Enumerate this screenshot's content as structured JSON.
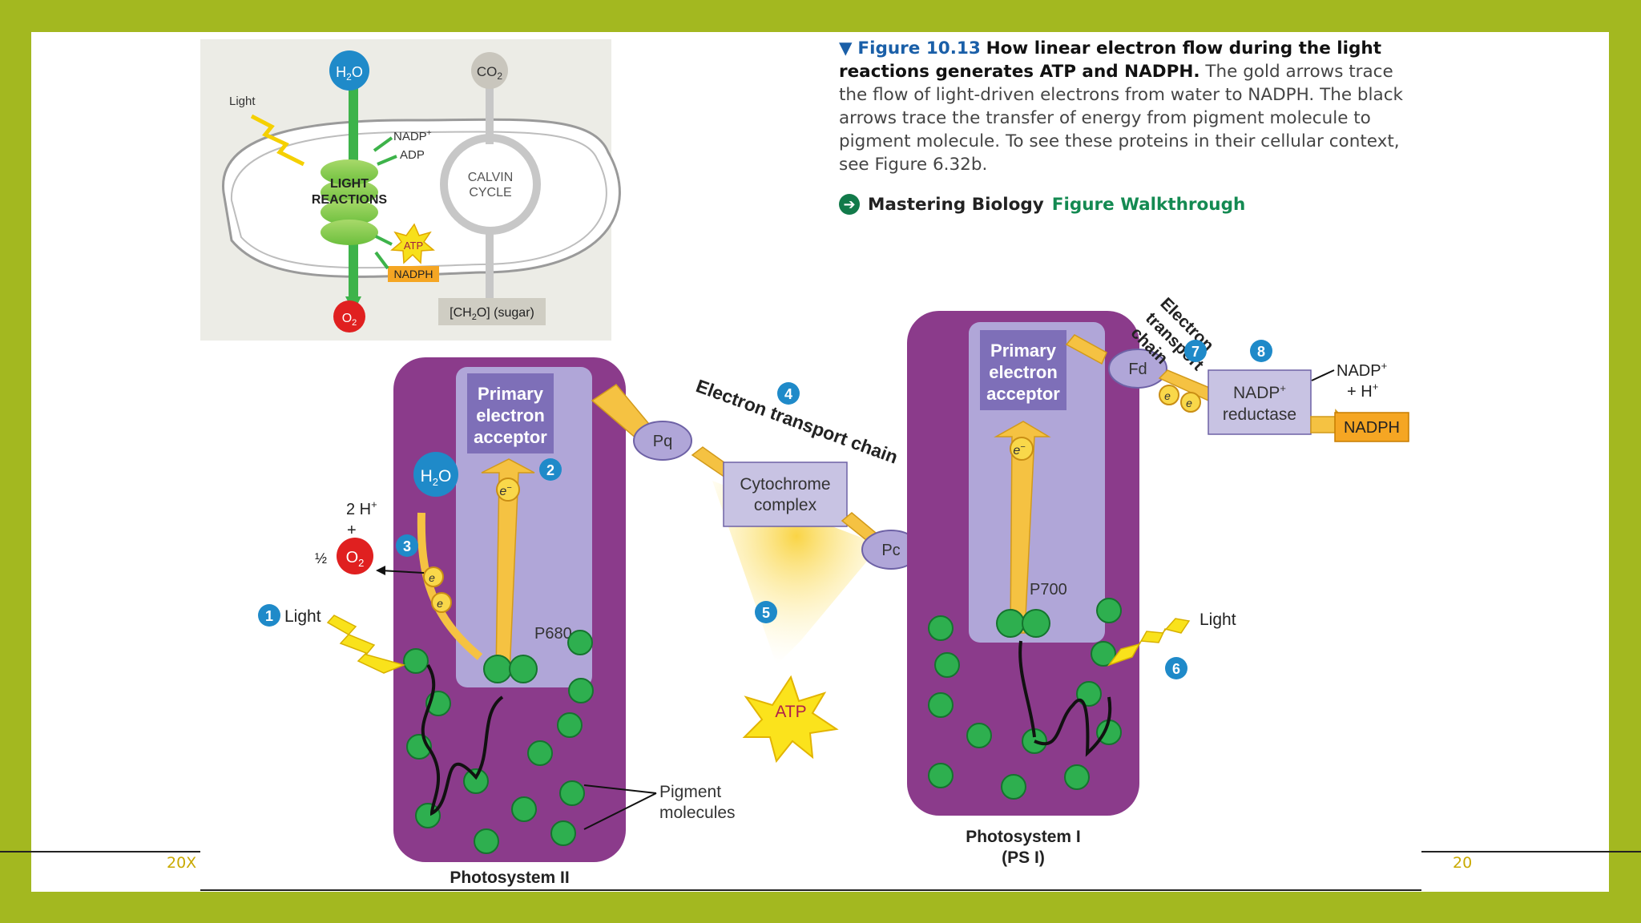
{
  "caption": {
    "marker": "▼",
    "figure_number": "Figure 10.13",
    "bold_text": "How linear electron flow during the light reactions generates ATP and NADPH.",
    "body_text": "The gold arrows trace the flow of light-driven electrons from water to NADPH. The black arrows trace the transfer of energy from pigment molecule to pigment molecule. To see these proteins in their cellular context, see Figure 6.32b."
  },
  "mastering": {
    "label": "Mastering Biology",
    "link": "Figure Walkthrough"
  },
  "overview": {
    "light": "Light",
    "h2o_main": "H",
    "h2o_sub": "2",
    "h2o_end": "O",
    "co2_main": "CO",
    "co2_sub": "2",
    "nadp_main": "NADP",
    "nadp_sup": "+",
    "adp": "ADP",
    "light_reactions_1": "LIGHT",
    "light_reactions_2": "REACTIONS",
    "calvin_1": "CALVIN",
    "calvin_2": "CYCLE",
    "atp": "ATP",
    "nadph": "NADPH",
    "o2_main": "O",
    "o2_sub": "2",
    "sugar_a": "[CH",
    "sugar_sub": "2",
    "sugar_b": "O] (sugar)"
  },
  "diagram": {
    "primary_acceptor_1": "Primary",
    "primary_acceptor_2": "electron",
    "primary_acceptor_3": "acceptor",
    "electron": "e",
    "electron_sup": "−",
    "p680": "P680",
    "p700": "P700",
    "pq": "Pq",
    "pc": "Pc",
    "fd": "Fd",
    "cytochrome_1": "Cytochrome",
    "cytochrome_2": "complex",
    "etc_label": "Electron transport chain",
    "etc2_1": "Electron",
    "etc2_2": "transport",
    "etc2_3": "chain",
    "nadp_reductase_1": "NADP",
    "nadp_reductase_sup": "+",
    "nadp_reductase_2": "reductase",
    "nadp_in_1": "NADP",
    "nadp_in_sup": "+",
    "nadp_in_2": "+ H",
    "nadp_in_2_sup": "+",
    "nadph": "NADPH",
    "atp": "ATP",
    "h2o": "H",
    "h2o_sub": "2",
    "h2o_end": "O",
    "two_h": "2 H",
    "two_h_sup": "+",
    "plus": "+",
    "half": "½",
    "o2": "O",
    "o2_sub": "2",
    "light_1": "Light",
    "light_2": "Light",
    "pigment_1": "Pigment",
    "pigment_2": "molecules",
    "ps2": "Photosystem II",
    "ps1_1": "Photosystem I",
    "ps1_2": "(PS I)",
    "steps": [
      "1",
      "2",
      "3",
      "4",
      "5",
      "6",
      "7",
      "8"
    ]
  },
  "footer": {
    "left": "20X",
    "right": "20"
  },
  "colors": {
    "frame": "#a3b820",
    "purple": "#8b3b8b",
    "lavender": "#b0a6d8",
    "gold": "#f5c242",
    "green": "#2eaf4f",
    "blue": "#1f8ac9",
    "red": "#e02020",
    "orange": "#f5a623"
  }
}
